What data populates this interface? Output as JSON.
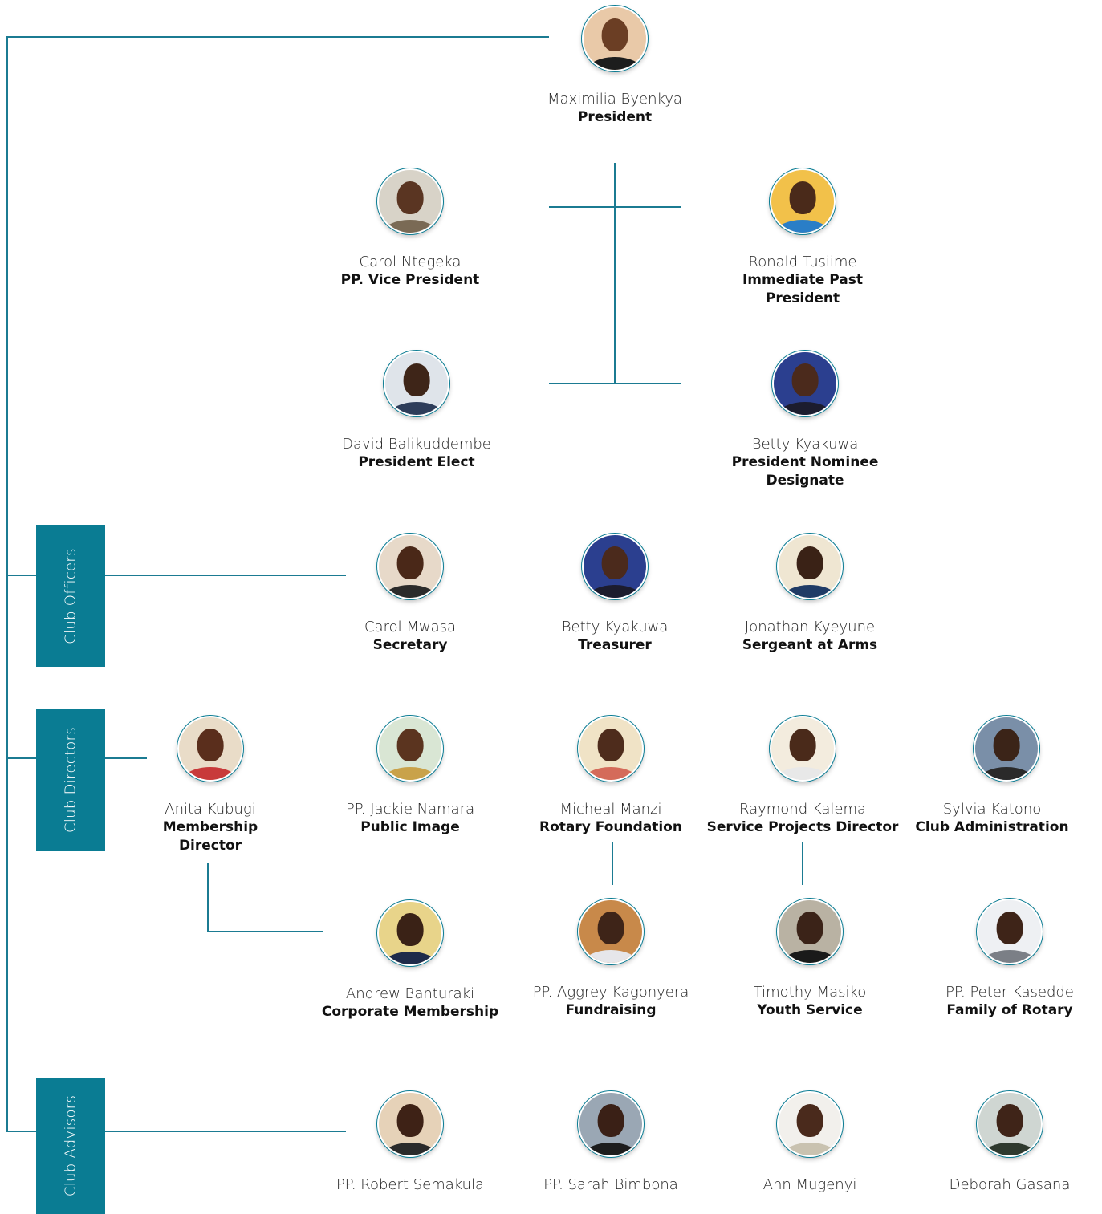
{
  "sections": {
    "officers": "Club Officers",
    "directors": "Club Directors",
    "advisors": "Club Advisors"
  },
  "people": {
    "president": {
      "name": "Maximilia Byenkya",
      "role": "President"
    },
    "vice_president": {
      "name": "Carol Ntegeka",
      "role": "PP. Vice President"
    },
    "immediate_past": {
      "name": "Ronald Tusiime",
      "role": "Immediate Past President"
    },
    "president_elect": {
      "name": "David Balikuddembe",
      "role": "President Elect"
    },
    "president_nominee": {
      "name": "Betty Kyakuwa",
      "role": "President Nominee Designate"
    },
    "secretary": {
      "name": "Carol Mwasa",
      "role": "Secretary"
    },
    "treasurer": {
      "name": "Betty Kyakuwa",
      "role": "Treasurer"
    },
    "sergeant": {
      "name": "Jonathan Kyeyune",
      "role": "Sergeant at Arms"
    },
    "membership": {
      "name": "Anita Kubugi",
      "role": "Membership Director"
    },
    "public_image": {
      "name": "PP. Jackie Namara",
      "role": "Public Image"
    },
    "rotary_foundation": {
      "name": "Micheal Manzi",
      "role": "Rotary Foundation"
    },
    "service_projects": {
      "name": "Raymond Kalema",
      "role": "Service Projects Director"
    },
    "club_admin": {
      "name": "Sylvia Katono",
      "role": "Club Administration"
    },
    "corporate_membership": {
      "name": "Andrew Banturaki",
      "role": "Corporate Membership"
    },
    "fundraising": {
      "name": "PP. Aggrey Kagonyera",
      "role": "Fundraising"
    },
    "youth_service": {
      "name": "Timothy Masiko",
      "role": "Youth Service"
    },
    "family_of_rotary": {
      "name": "PP. Peter Kasedde",
      "role": "Family of Rotary"
    },
    "advisor1": {
      "name": "PP. Robert Semakula",
      "role": ""
    },
    "advisor2": {
      "name": "PP. Sarah Bimbona",
      "role": ""
    },
    "advisor3": {
      "name": "Ann Mugenyi",
      "role": ""
    },
    "advisor4": {
      "name": "Deborah Gasana",
      "role": ""
    }
  },
  "colors": {
    "accent": "#0a7c93",
    "line": "#1b7b92"
  }
}
